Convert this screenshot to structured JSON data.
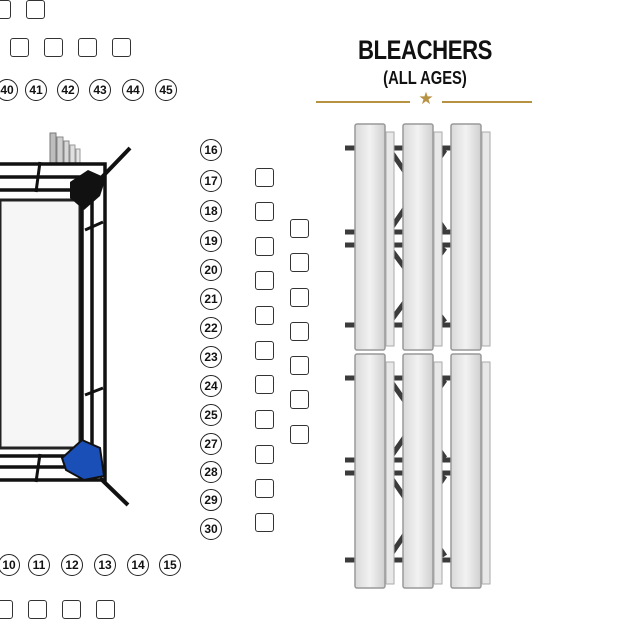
{
  "bleachers": {
    "title": "BLEACHERS",
    "subtitle": "(ALL AGES)",
    "accent_color": "#b89243"
  },
  "ring": {
    "corner_colors": {
      "top_right": "#111111",
      "bottom_right": "#1a4fb8"
    }
  },
  "seat_numbers": {
    "top_row": [
      "40",
      "41",
      "42",
      "43",
      "44",
      "45"
    ],
    "right_column": [
      "16",
      "17",
      "18",
      "19",
      "20",
      "21",
      "22",
      "23",
      "24",
      "25",
      "27",
      "28",
      "29",
      "30"
    ],
    "bottom_row": [
      "10",
      "11",
      "12",
      "13",
      "14",
      "15"
    ]
  }
}
